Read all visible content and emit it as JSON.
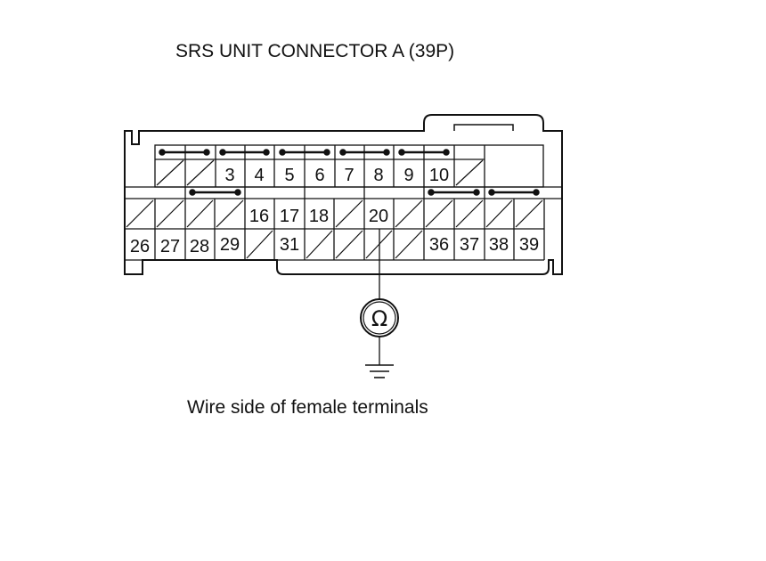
{
  "title": "SRS UNIT CONNECTOR A (39P)",
  "caption": "Wire side of female terminals",
  "meter_symbol": "Ω",
  "meter_icon": "ohmmeter-icon",
  "ground_icon": "ground-icon",
  "probe_terminal": "20",
  "terminals": {
    "row1": [
      "3",
      "4",
      "5",
      "6",
      "7",
      "8",
      "9",
      "10"
    ],
    "row2": [
      "16",
      "17",
      "18",
      "20"
    ],
    "row3": [
      "26",
      "27",
      "28",
      "29",
      "31",
      "36",
      "37",
      "38",
      "39"
    ]
  }
}
